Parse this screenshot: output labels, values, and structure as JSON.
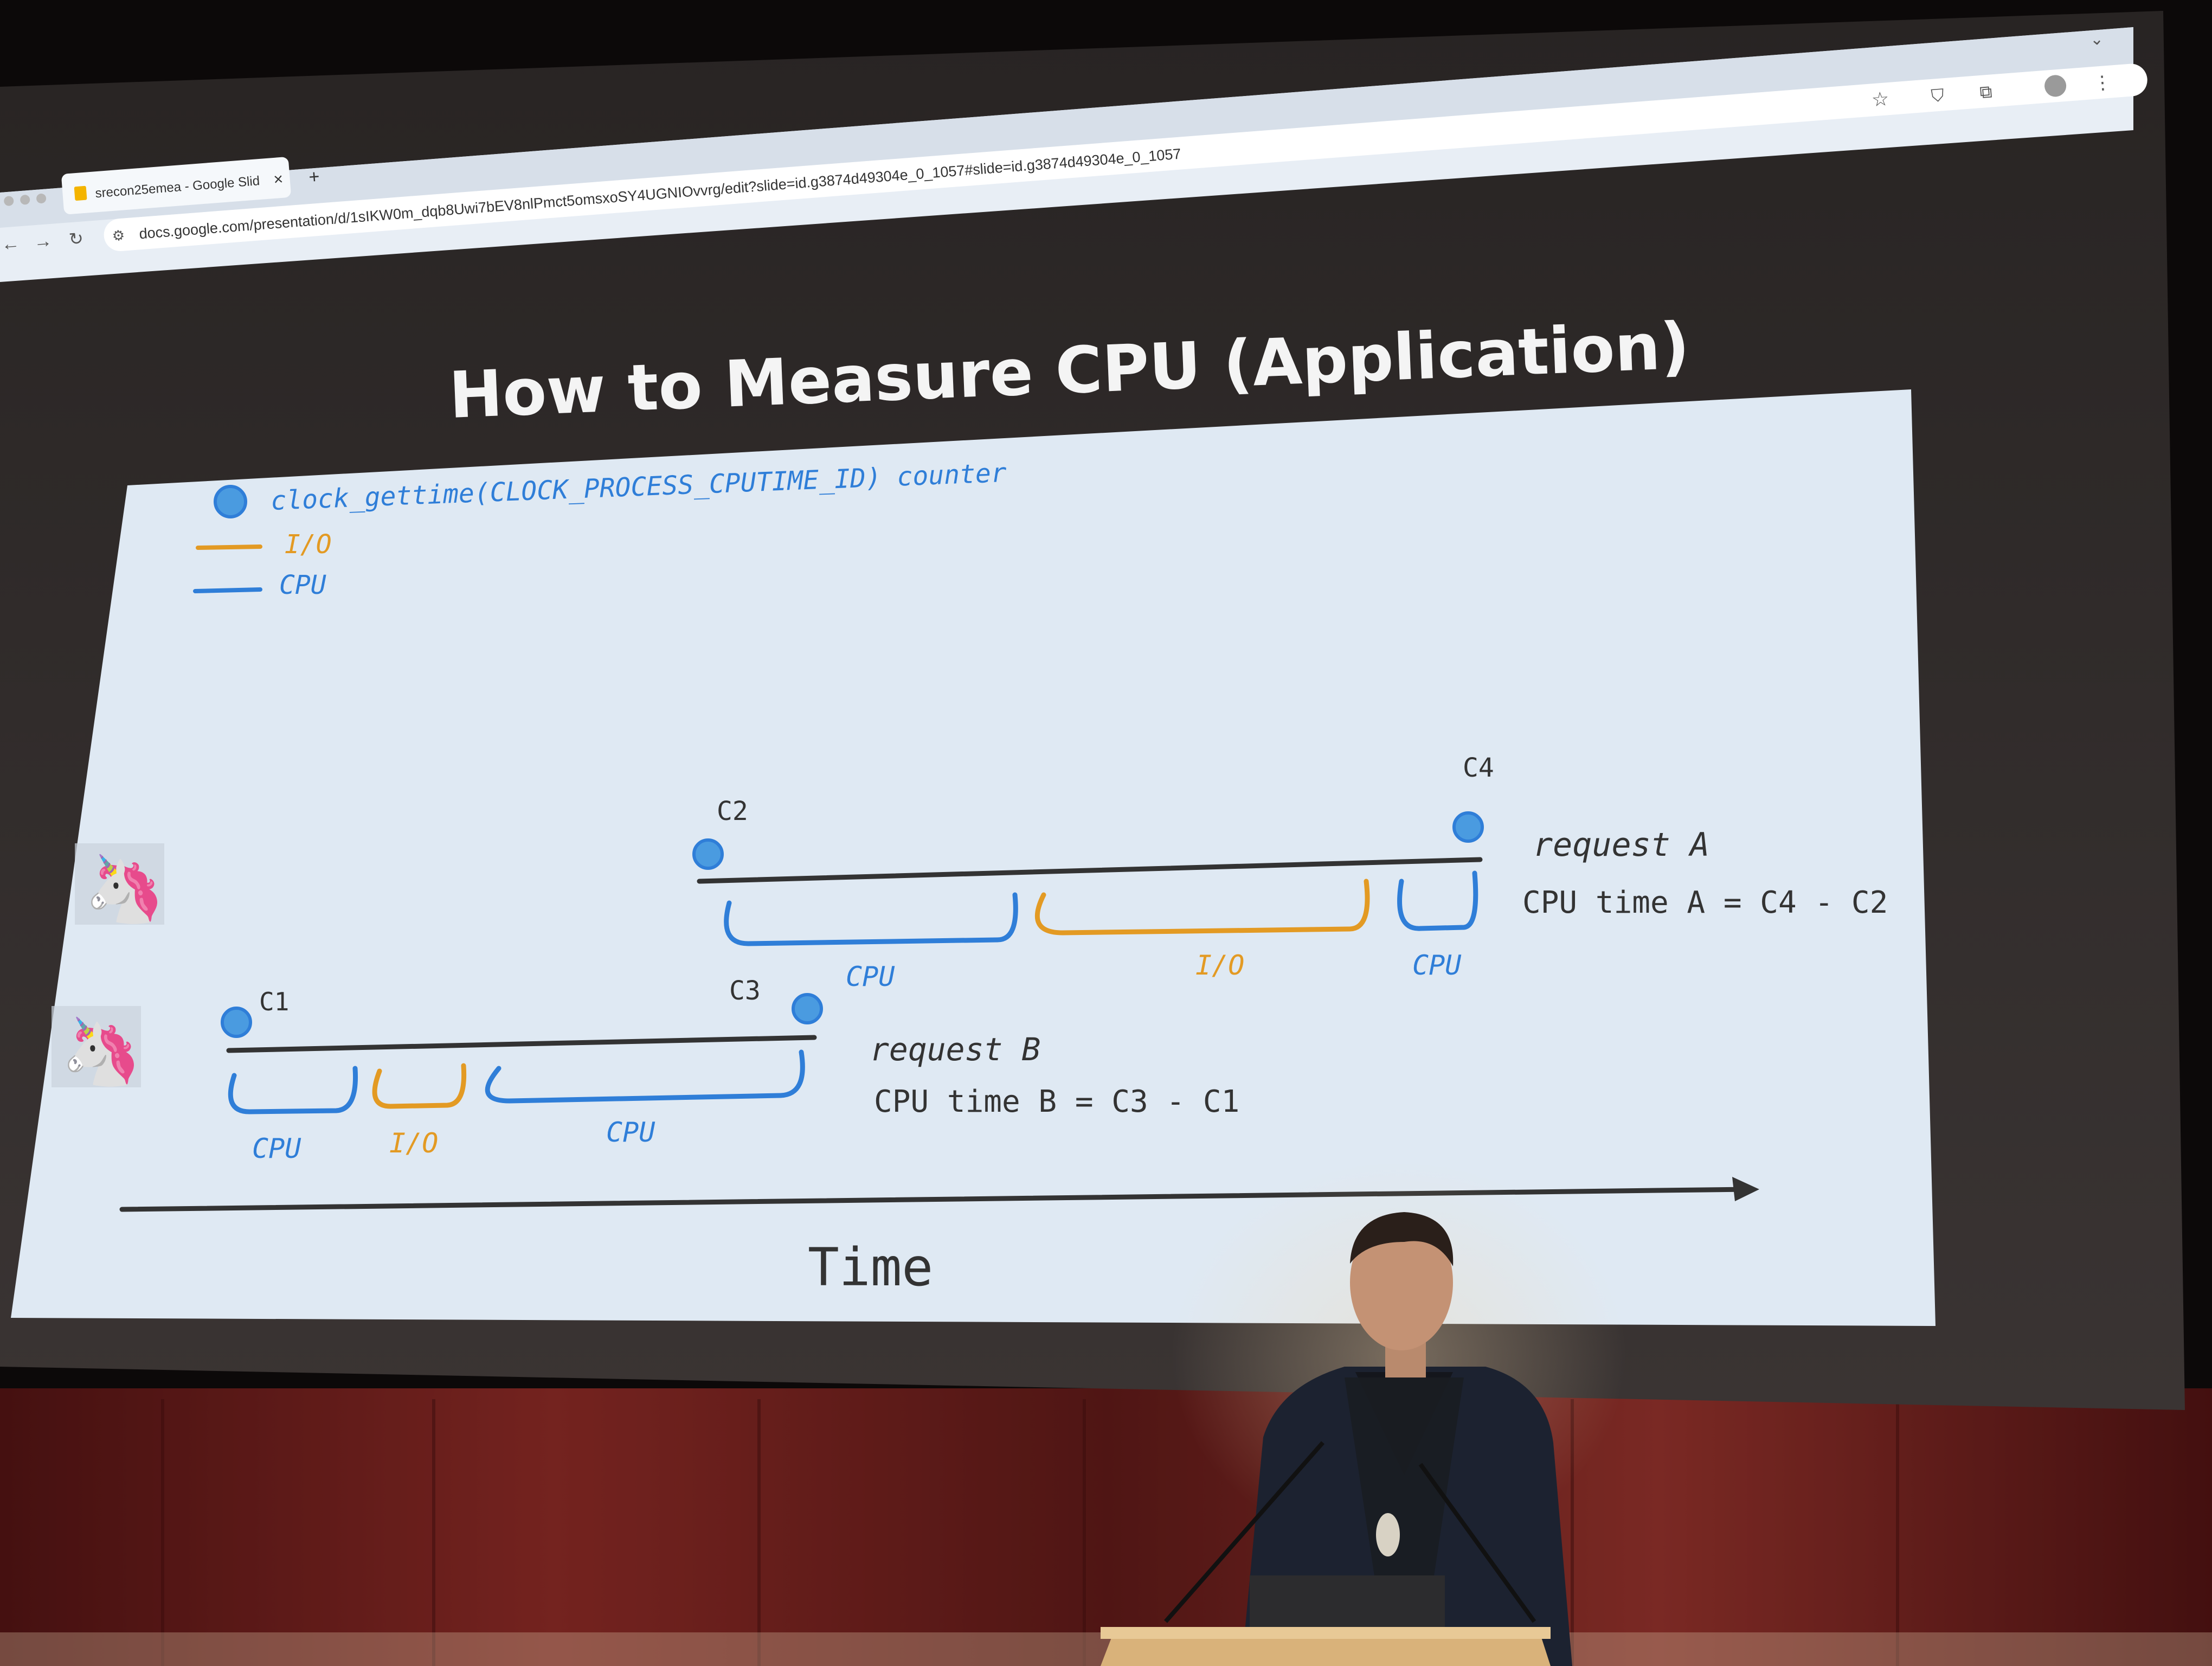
{
  "browser": {
    "tab_title": "srecon25emea - Google Slid",
    "tab_close": "×",
    "new_tab": "+",
    "url": "docs.google.com/presentation/d/1sIKW0m_dqb8Uwi7bEV8nlPmct5omsxoSY4UGNIOvvrg/edit?slide=id.g3874d49304e_0_1057#slide=id.g3874d49304e_0_1057"
  },
  "slide": {
    "title": "How to Measure CPU (Application)",
    "legend": {
      "counter": "clock_gettime(CLOCK_PROCESS_CPUTIME_ID) counter",
      "io": "I/O",
      "cpu": "CPU"
    },
    "request_a": {
      "start_label": "C2",
      "end_label": "C4",
      "name": "request A",
      "formula": "CPU time A = C4 - C2",
      "segments": [
        "CPU",
        "I/O",
        "CPU"
      ]
    },
    "request_b": {
      "start_label": "C1",
      "end_label": "C3",
      "name": "request B",
      "formula": "CPU time B = C3 - C1",
      "segments": [
        "CPU",
        "I/O",
        "CPU"
      ]
    },
    "axis_label": "Time"
  },
  "colors": {
    "cpu": "#2f7ed8",
    "io": "#e39a23",
    "counter": "#4a9be0",
    "ink": "#333333",
    "slide_bg": "#dfe9f3",
    "backdrop": "#2b2726",
    "stage": "#8a2a26"
  }
}
